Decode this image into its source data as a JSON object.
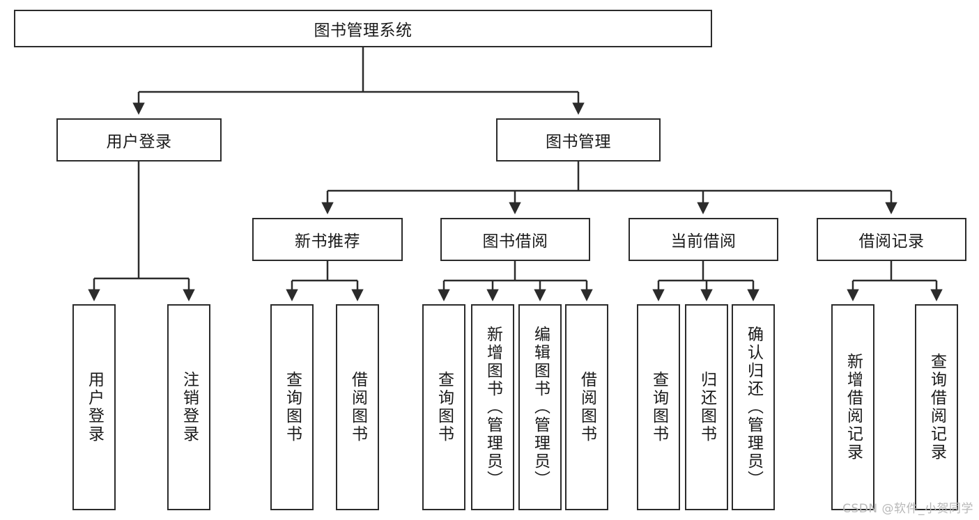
{
  "diagram": {
    "title": "图书管理系统",
    "type": "tree-hierarchy",
    "watermark": "CSDN @软件_小贺同学",
    "colors": {
      "stroke": "#2b2b2b",
      "fill": "#ffffff",
      "text": "#1a1a1a",
      "watermark": "#b8b8b8"
    },
    "nodes": {
      "root": {
        "label": "图书管理系统"
      },
      "level2": [
        {
          "label": "用户登录"
        },
        {
          "label": "图书管理"
        }
      ],
      "level3": [
        {
          "label": "新书推荐"
        },
        {
          "label": "图书借阅"
        },
        {
          "label": "当前借阅"
        },
        {
          "label": "借阅记录"
        }
      ],
      "leaves": {
        "user_login": [
          {
            "label": "用户登录"
          },
          {
            "label": "注销登录"
          }
        ],
        "new_book": [
          {
            "label": "查询图书"
          },
          {
            "label": "借阅图书"
          }
        ],
        "book_borrow": [
          {
            "label": "查询图书"
          },
          {
            "label": "新增图书（管理员）"
          },
          {
            "label": "编辑图书（管理员）"
          },
          {
            "label": "借阅图书"
          }
        ],
        "current_borrow": [
          {
            "label": "查询图书"
          },
          {
            "label": "归还图书"
          },
          {
            "label": "确认归还（管理员）"
          }
        ],
        "borrow_record": [
          {
            "label": "新增借阅记录"
          },
          {
            "label": "查询借阅记录"
          }
        ]
      }
    }
  }
}
